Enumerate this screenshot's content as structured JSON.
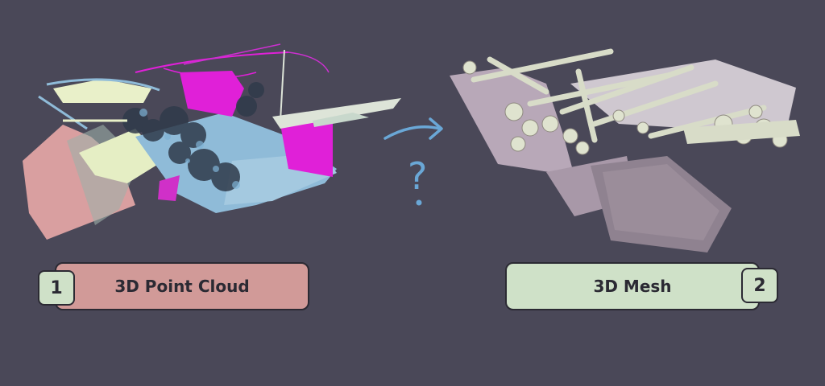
{
  "left": {
    "number": "1",
    "label": "3D Point Cloud"
  },
  "right": {
    "number": "2",
    "label": "3D Mesh"
  },
  "middle": {
    "question_mark": "?"
  },
  "colors": {
    "background": "#4a4858",
    "point_cloud_label_bg": "#d19a98",
    "mesh_label_bg": "#cfe1c8",
    "number_badge_bg": "#cfe1c8",
    "arrow": "#6aa7d6",
    "magenta": "#e020d8",
    "sky_blue": "#7fb3d6",
    "pink": "#e0a0a0",
    "mesh_tint": "#d8d8c8"
  }
}
